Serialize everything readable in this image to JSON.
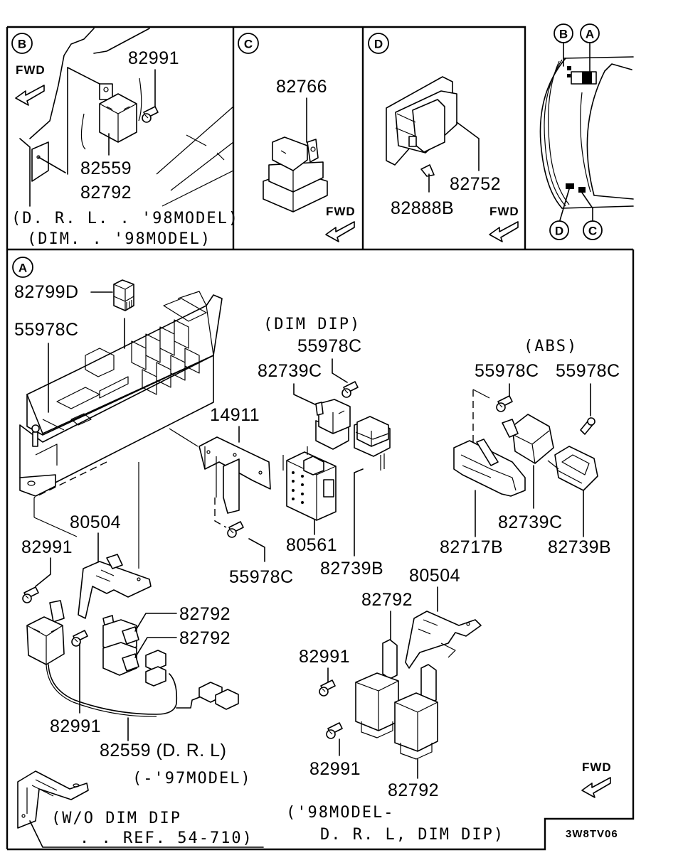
{
  "drawing_code": "3W8TV06",
  "fwd_label": "FWD",
  "panels": {
    "B": {
      "marker": "B",
      "labels": {
        "p82991": "82991",
        "p82559": "82559",
        "p82792": "82792"
      },
      "notes": [
        "(D. R. L. . '98MODEL)",
        "(DIM. . '98MODEL)"
      ]
    },
    "C": {
      "marker": "C",
      "labels": {
        "p82766": "82766"
      }
    },
    "D": {
      "marker": "D",
      "labels": {
        "p82752": "82752",
        "p82888B": "82888B"
      }
    },
    "locator": {
      "markers": [
        "B",
        "A",
        "D",
        "C"
      ]
    },
    "A": {
      "marker": "A",
      "labels": {
        "p82799D": "82799D",
        "p55978C_fusebox": "55978C",
        "p14911": "14911",
        "p55978C_bracket": "55978C",
        "p80561": "80561",
        "p82739B_dimdip": "82739B",
        "p82739C_dimdip": "82739C",
        "p55978C_dimdip": "55978C",
        "p55978C_abs1": "55978C",
        "p55978C_abs2": "55978C",
        "p82717B": "82717B",
        "p82739C_abs": "82739C",
        "p82739B_abs": "82739B",
        "p80504_left": "80504",
        "p82991_left_top": "82991",
        "p82792_left_1": "82792",
        "p82792_left_2": "82792",
        "p82991_left_bottom": "82991",
        "p82559_left": "82559 (D. R. L)",
        "p80504_right": "80504",
        "p82792_right_top": "82792",
        "p82991_right_1": "82991",
        "p82991_right_2": "82991",
        "p82792_right_bottom": "82792"
      },
      "notes": {
        "dim_dip": "(DIM DIP)",
        "abs": "(ABS)",
        "model_97": "(-'97MODEL)",
        "wo_dim_dip_1": "(W/O DIM DIP",
        "wo_dim_dip_2": ". . REF. 54-710)",
        "model_98_1": "('98MODEL-",
        "model_98_2": "D. R. L, DIM DIP)"
      }
    }
  }
}
